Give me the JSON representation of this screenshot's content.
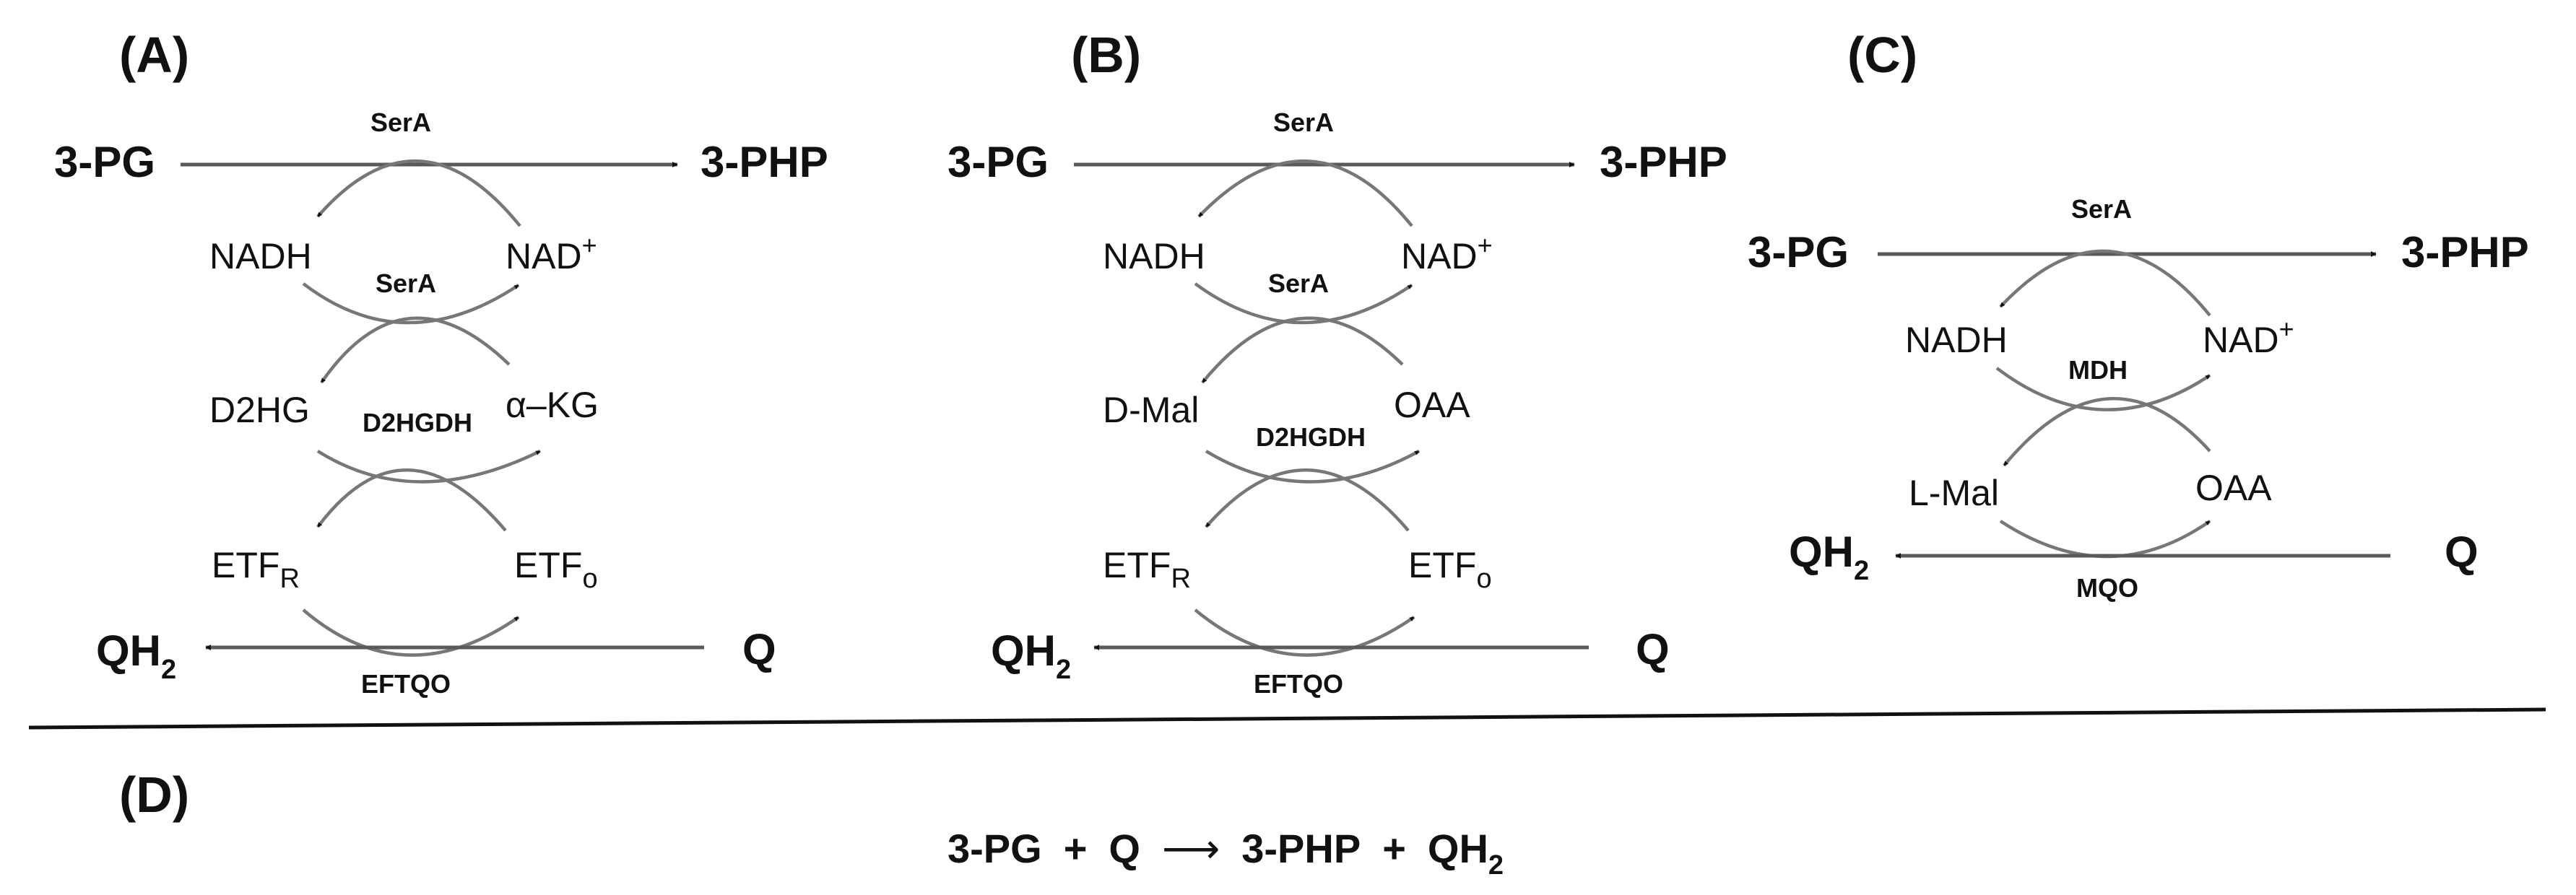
{
  "panels": [
    {
      "label": "(A)",
      "substrate": "3-PG",
      "product": "3-PHP",
      "top_enzyme": "SerA",
      "nadh": "NADH",
      "nad": "NAD",
      "nad_sup": "+",
      "middle_enzyme": "SerA",
      "pair_left": "D2HG",
      "pair_right": "α–KG",
      "pair_enzyme": "D2HGDH",
      "etf_base": "ETF",
      "etf_r_sub": "R",
      "etf_o_sub": "o",
      "qh2_base": "QH",
      "qh2_sub": "2",
      "q": "Q",
      "bottom_enzyme": "EFTQO"
    },
    {
      "label": "(B)",
      "substrate": "3-PG",
      "product": "3-PHP",
      "top_enzyme": "SerA",
      "nadh": "NADH",
      "nad": "NAD",
      "nad_sup": "+",
      "middle_enzyme": "SerA",
      "pair_left": "D-Mal",
      "pair_right": "OAA",
      "pair_enzyme": "D2HGDH",
      "etf_base": "ETF",
      "etf_r_sub": "R",
      "etf_o_sub": "o",
      "qh2_base": "QH",
      "qh2_sub": "2",
      "q": "Q",
      "bottom_enzyme": "EFTQO"
    },
    {
      "label": "(C)",
      "substrate": "3-PG",
      "product": "3-PHP",
      "top_enzyme": "SerA",
      "nadh": "NADH",
      "nad": "NAD",
      "nad_sup": "+",
      "middle_enzyme": "MDH",
      "pair_left": "L-Mal",
      "pair_right": "OAA",
      "qh2_base": "QH",
      "qh2_sub": "2",
      "q": "Q",
      "bottom_enzyme": "MQO"
    }
  ],
  "overall": {
    "label": "(D)",
    "substrate": "3-PG",
    "plus": "+",
    "acceptor": "Q",
    "arrow": "⟶",
    "product": "3-PHP",
    "plus2": "+",
    "qh2_base": "QH",
    "qh2_sub": "2"
  },
  "colors": {
    "text": "#111111",
    "arrow": "#5a5a5a",
    "curve": "#777777",
    "divider": "#111111",
    "background": "#ffffff"
  }
}
